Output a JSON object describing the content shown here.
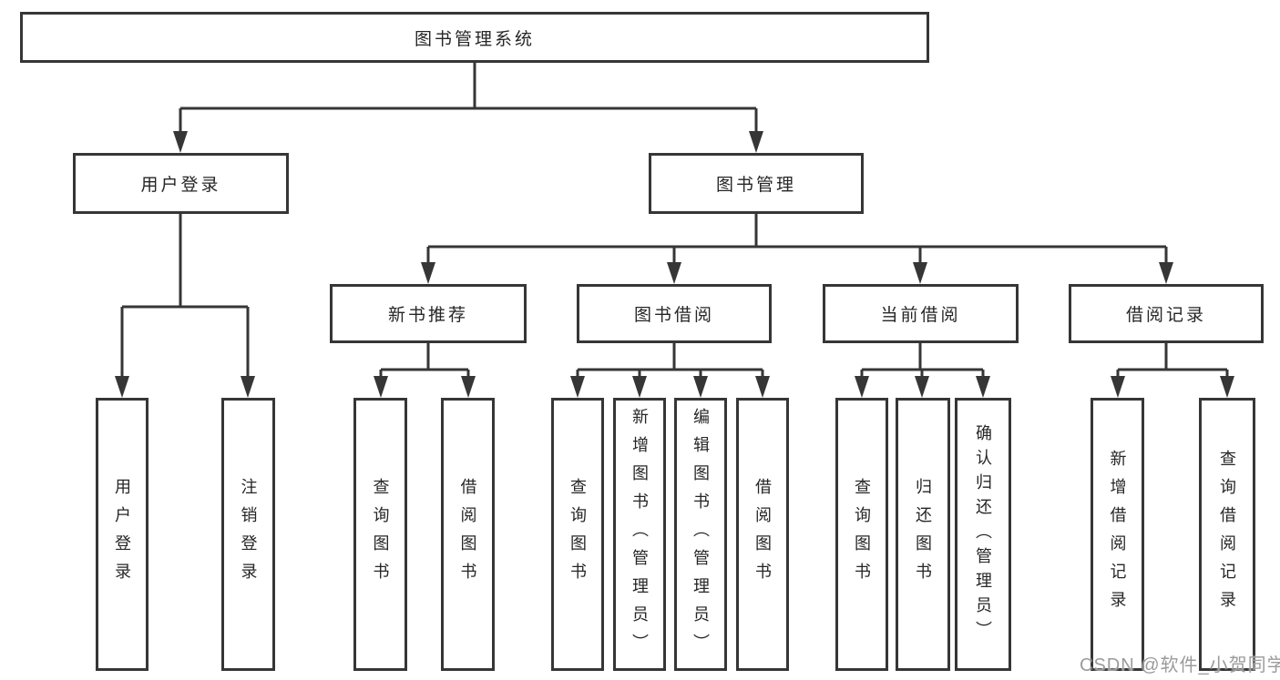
{
  "diagram_title": "图书管理系统",
  "watermark": "CSDN @软件_小贺同学",
  "colors": {
    "line": "#363636",
    "box_border": "#363636",
    "text": "#262626",
    "watermark_text": "#9b9b9b",
    "background": "#ffffff"
  },
  "nodes": {
    "root": {
      "label": "图书管理系统"
    },
    "user_login": {
      "label": "用户登录"
    },
    "book_mgmt": {
      "label": "图书管理"
    },
    "new_book_rec": {
      "label": "新书推荐"
    },
    "book_borrow": {
      "label": "图书借阅"
    },
    "current_borrow": {
      "label": "当前借阅"
    },
    "borrow_record": {
      "label": "借阅记录"
    },
    "leaf_user_login": {
      "label": "用户登录"
    },
    "leaf_logout": {
      "label": "注销登录"
    },
    "leaf_nbr_query": {
      "label": "查询图书"
    },
    "leaf_nbr_borrow": {
      "label": "借阅图书"
    },
    "leaf_bb_query": {
      "label": "查询图书"
    },
    "leaf_bb_add": {
      "label": "新增图书（管理员）"
    },
    "leaf_bb_edit": {
      "label": "编辑图书（管理员）"
    },
    "leaf_bb_borrow": {
      "label": "借阅图书"
    },
    "leaf_cb_query": {
      "label": "查询图书"
    },
    "leaf_cb_return": {
      "label": "归还图书"
    },
    "leaf_cb_confirm": {
      "label": "确认归还（管理员）"
    },
    "leaf_br_add": {
      "label": "新增借阅记录"
    },
    "leaf_br_query": {
      "label": "查询借阅记录"
    }
  },
  "hierarchy": {
    "图书管理系统": {
      "用户登录": [
        "用户登录",
        "注销登录"
      ],
      "图书管理": {
        "新书推荐": [
          "查询图书",
          "借阅图书"
        ],
        "图书借阅": [
          "查询图书",
          "新增图书（管理员）",
          "编辑图书（管理员）",
          "借阅图书"
        ],
        "当前借阅": [
          "查询图书",
          "归还图书",
          "确认归还（管理员）"
        ],
        "借阅记录": [
          "新增借阅记录",
          "查询借阅记录"
        ]
      }
    }
  }
}
